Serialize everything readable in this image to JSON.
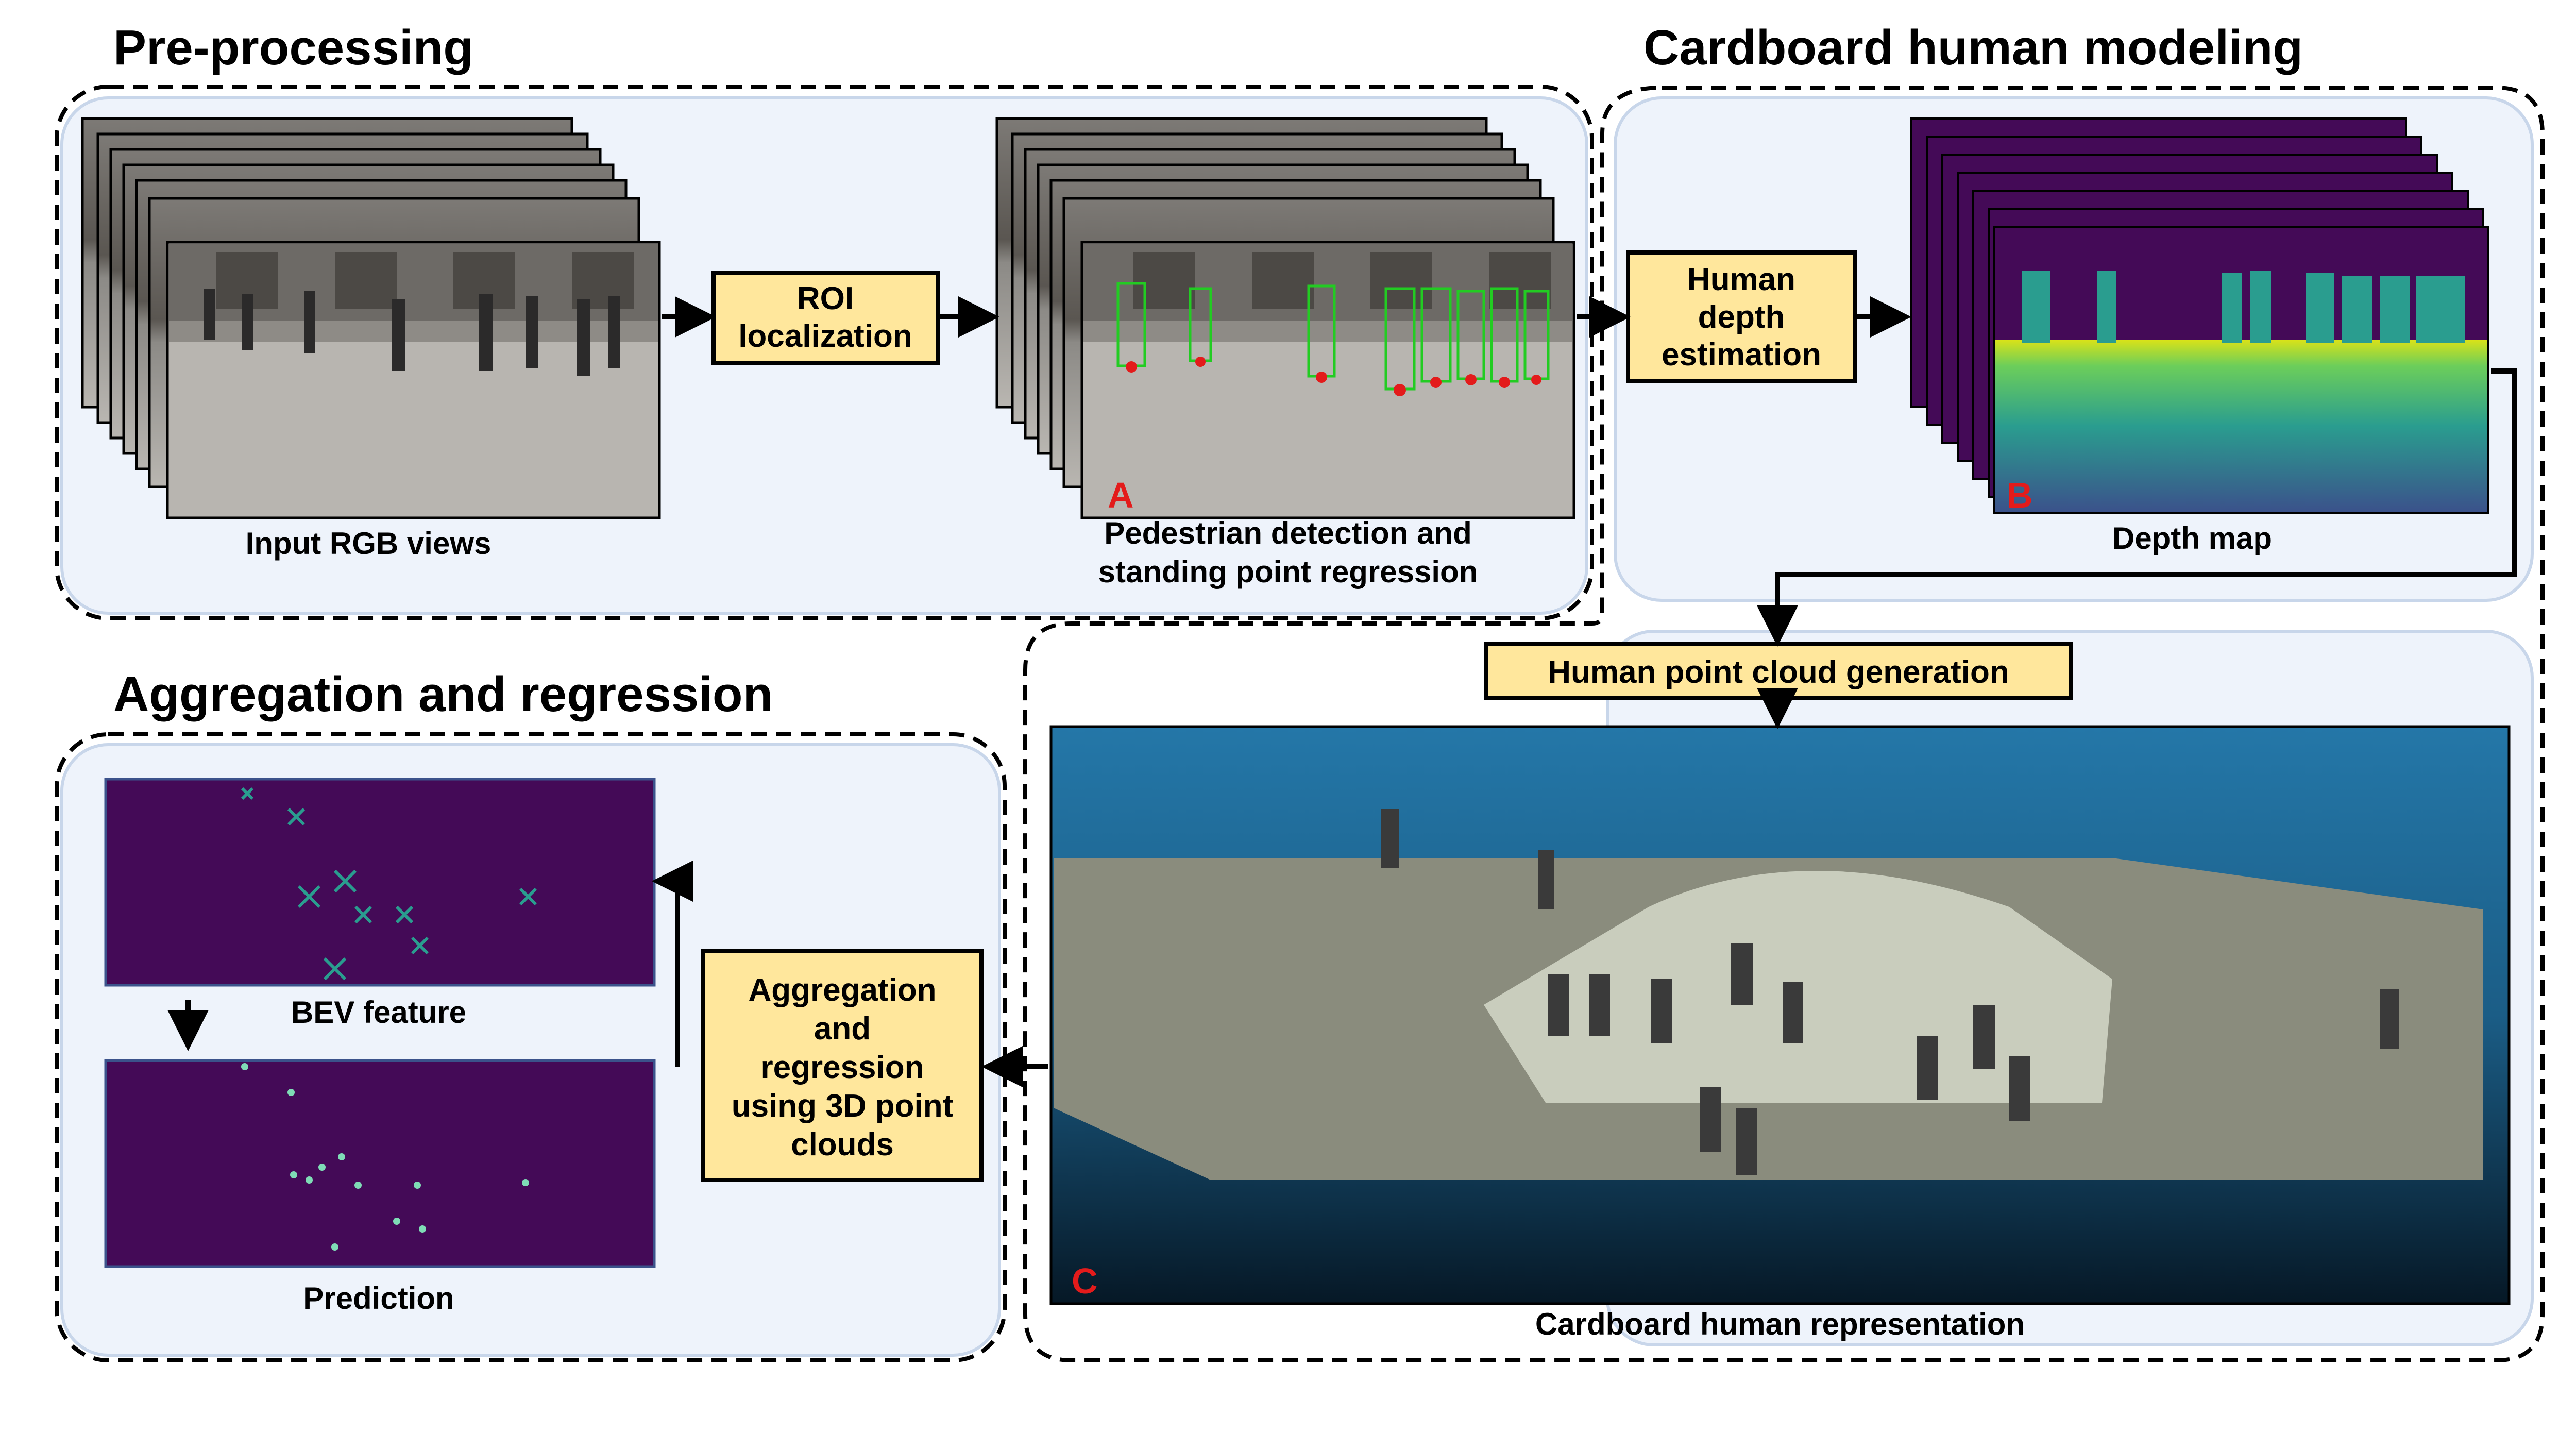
{
  "sections": {
    "preprocessing": "Pre-processing",
    "cardboard": "Cardboard human modeling",
    "aggregation": "Aggregation and regression"
  },
  "boxes": {
    "roi": [
      "ROI",
      "localization"
    ],
    "depth_est": [
      "Human",
      "depth",
      "estimation"
    ],
    "pcgen": [
      "Human point cloud generation"
    ],
    "agg": [
      "Aggregation",
      "and",
      "regression",
      "using 3D point",
      "clouds"
    ]
  },
  "captions": {
    "rgb": [
      "Input RGB views"
    ],
    "detect": [
      "Pedestrian detection and",
      "standing point regression"
    ],
    "depth": [
      "Depth map"
    ],
    "rep": [
      "Cardboard human representation"
    ],
    "bev": [
      "BEV feature"
    ],
    "pred": [
      "Prediction"
    ]
  },
  "markers": {
    "a": "A",
    "b": "B",
    "c": "C"
  },
  "colors": {
    "panel_fill": "#eef3fb",
    "panel_stroke": "#c8d6ea",
    "box_fill": "#ffe79c",
    "box_stroke": "#000000",
    "marker": "#e31b1b",
    "viridis_dark": "#440a57",
    "viridis_teal": "#2a9d8f",
    "viridis_yellow": "#d8e219",
    "bbox_green": "#22cc22",
    "point_red": "#e31b1b"
  }
}
